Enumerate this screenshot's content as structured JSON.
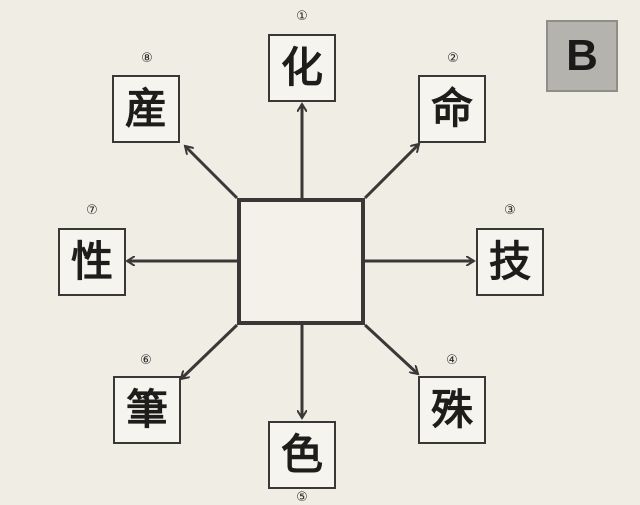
{
  "badge": "B",
  "center": "",
  "items": [
    {
      "num": "①",
      "char": "化"
    },
    {
      "num": "②",
      "char": "命"
    },
    {
      "num": "③",
      "char": "技"
    },
    {
      "num": "④",
      "char": "殊"
    },
    {
      "num": "⑤",
      "char": "色"
    },
    {
      "num": "⑥",
      "char": "筆"
    },
    {
      "num": "⑦",
      "char": "性"
    },
    {
      "num": "⑧",
      "char": "産"
    }
  ],
  "colors": {
    "background": "#efede4",
    "line": "#3a3836",
    "badge": "#b5b3ae"
  }
}
